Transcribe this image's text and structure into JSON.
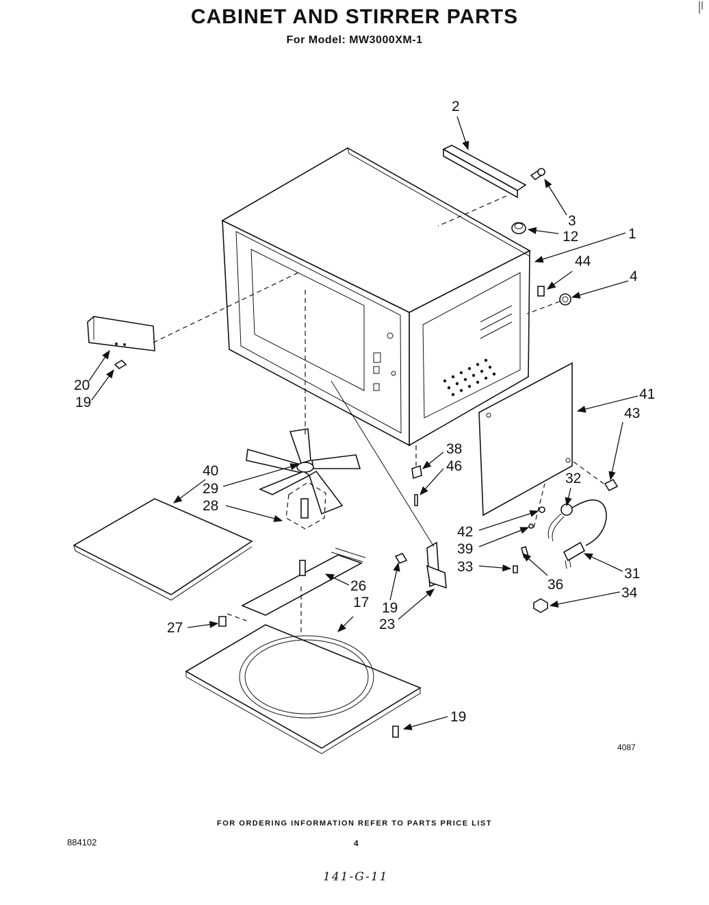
{
  "header": {
    "title": "CABINET AND STIRRER PARTS",
    "model_line": "For Model: MW3000XM-1"
  },
  "callouts": [
    {
      "label": "2"
    },
    {
      "label": "3"
    },
    {
      "label": "12"
    },
    {
      "label": "1"
    },
    {
      "label": "44"
    },
    {
      "label": "4"
    },
    {
      "label": "20"
    },
    {
      "label": "19"
    },
    {
      "label": "41"
    },
    {
      "label": "43"
    },
    {
      "label": "38"
    },
    {
      "label": "46"
    },
    {
      "label": "40"
    },
    {
      "label": "29"
    },
    {
      "label": "28"
    },
    {
      "label": "32"
    },
    {
      "label": "42"
    },
    {
      "label": "39"
    },
    {
      "label": "33"
    },
    {
      "label": "36"
    },
    {
      "label": "31"
    },
    {
      "label": "26"
    },
    {
      "label": "17"
    },
    {
      "label": "19"
    },
    {
      "label": "23"
    },
    {
      "label": "34"
    },
    {
      "label": "27"
    },
    {
      "label": "19"
    }
  ],
  "drawing_code": "4087",
  "footer": {
    "note": "FOR ORDERING INFORMATION REFER TO PARTS PRICE LIST",
    "form_number": "884102",
    "page_number": "4"
  },
  "handwritten_note": "141-G-11"
}
